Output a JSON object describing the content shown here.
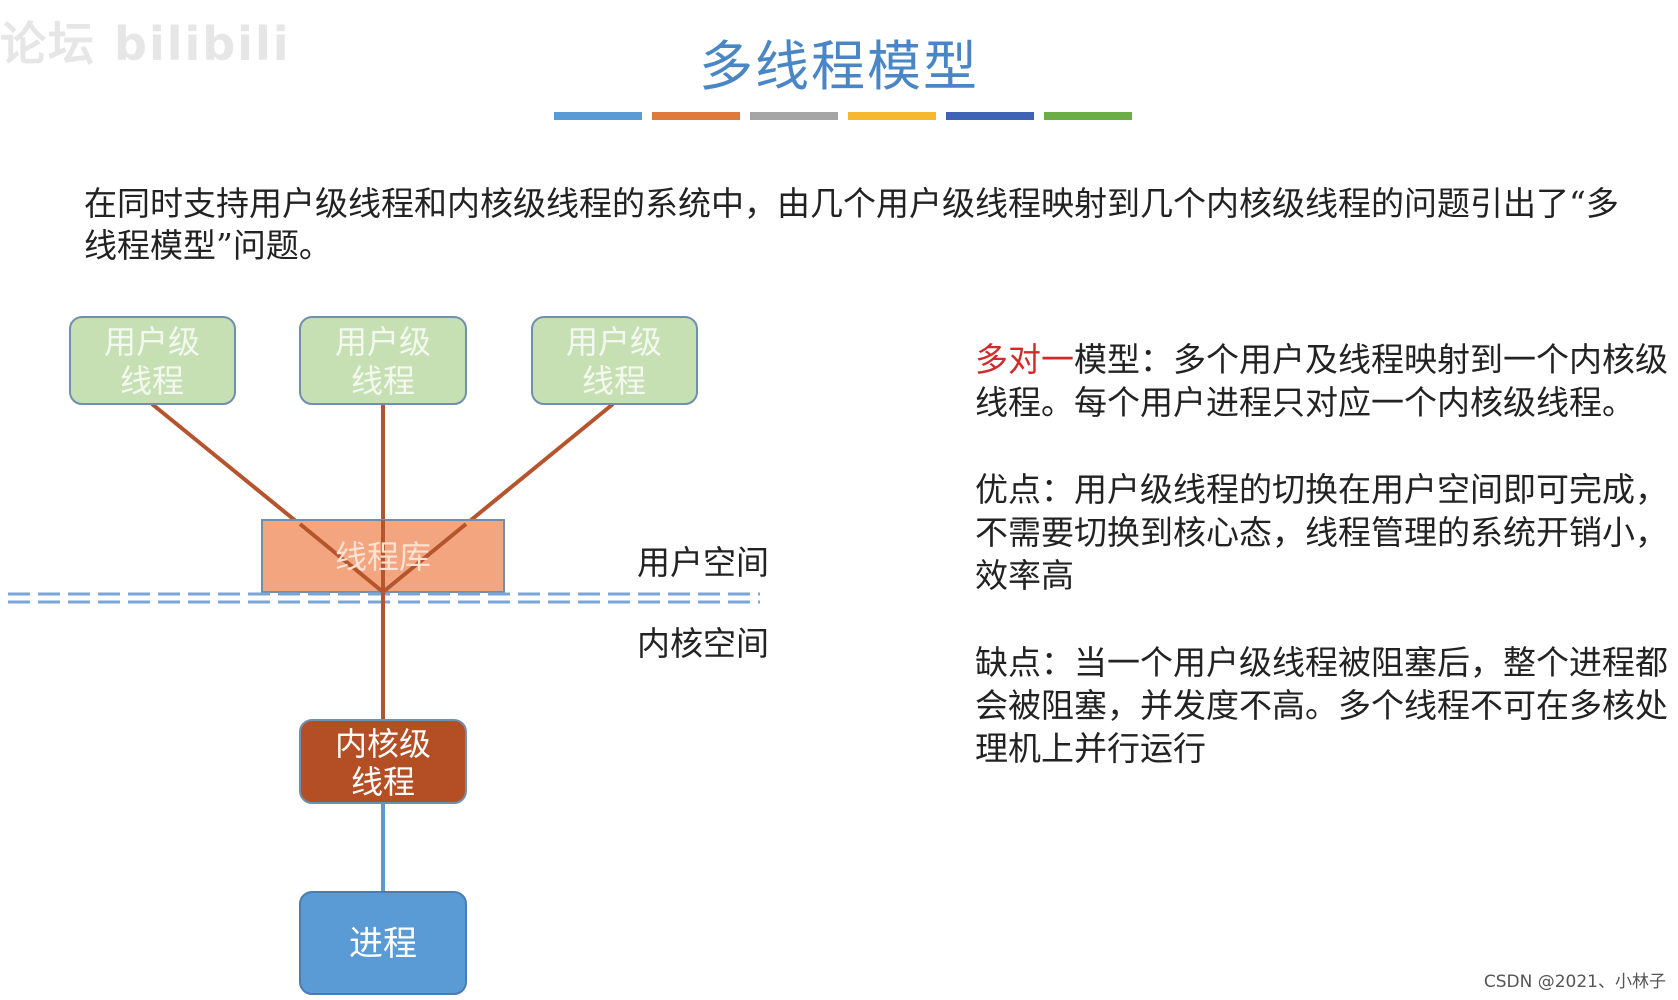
{
  "watermark": "论坛 bilibili",
  "title": "多线程模型",
  "title_bar_colors": [
    "#5b9bd5",
    "#e07a3c",
    "#a5a5a5",
    "#f5b82e",
    "#3f64b5",
    "#6aae45"
  ],
  "intro": "在同时支持用户级线程和内核级线程的系统中，由几个用户级线程映射到几个内核级线程的问题引出了“多线程模型”问题。",
  "diagram": {
    "user_threads": [
      {
        "line1": "用户级",
        "line2": "线程"
      },
      {
        "line1": "用户级",
        "line2": "线程"
      },
      {
        "line1": "用户级",
        "line2": "线程"
      }
    ],
    "thread_library": "线程库",
    "user_space": "用户空间",
    "kernel_space": "内核空间",
    "kernel_thread": {
      "line1": "内核级",
      "line2": "线程"
    },
    "process": "进程",
    "colors": {
      "user_fill": "#c6e0b4",
      "user_stroke": "#6f8fb0",
      "lib_fill": "#f2a57e",
      "lib_stroke": "#6f8fb0",
      "kernel_fill": "#b44e24",
      "kernel_stroke": "#6f8fb0",
      "process_fill": "#5b9bd5",
      "process_stroke": "#4a7db0",
      "mapping_line": "#b5552d",
      "process_line": "#5b9bd5",
      "dashed_line": "#7aa6d6"
    }
  },
  "description": {
    "model_highlight": "多对一",
    "model_rest": "模型：多个用户及线程映射到一个内核级线程。每个用户进程只对应一个内核级线程。",
    "advantages": "优点：用户级线程的切换在用户空间即可完成，不需要切换到核心态，线程管理的系统开销小，效率高",
    "disadvantages": "缺点：当一个用户级线程被阻塞后，整个进程都会被阻塞，并发度不高。多个线程不可在多核处理机上并行运行"
  },
  "footer": "CSDN @2021、小林子"
}
